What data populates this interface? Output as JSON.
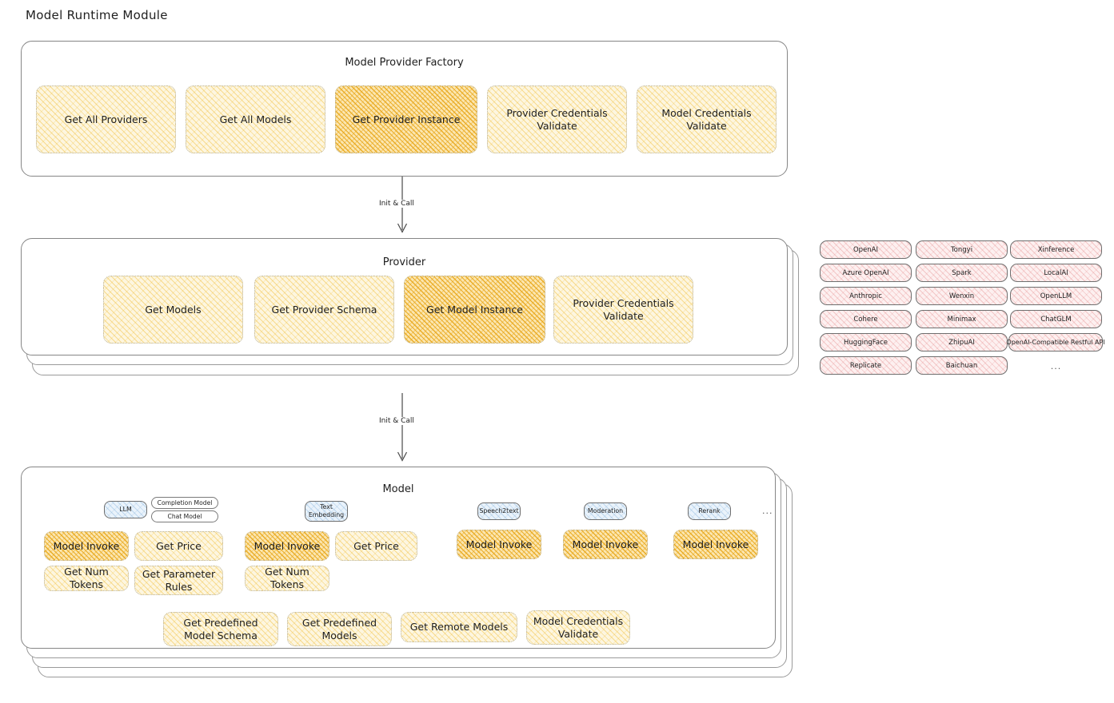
{
  "page": {
    "title": "Model Runtime Module"
  },
  "factory": {
    "title": "Model Provider Factory",
    "methods": [
      {
        "label": "Get All Providers",
        "highlight": false
      },
      {
        "label": "Get All Models",
        "highlight": false
      },
      {
        "label": "Get Provider Instance",
        "highlight": true
      },
      {
        "label": "Provider Credentials Validate",
        "highlight": false
      },
      {
        "label": "Model Credentials Validate",
        "highlight": false
      }
    ]
  },
  "arrows": [
    {
      "label": "Init & Call"
    },
    {
      "label": "Init & Call"
    }
  ],
  "provider": {
    "title": "Provider",
    "methods": [
      {
        "label": "Get Models",
        "highlight": false
      },
      {
        "label": "Get Provider Schema",
        "highlight": false
      },
      {
        "label": "Get Model Instance",
        "highlight": true
      },
      {
        "label": "Provider Credentials Validate",
        "highlight": false
      }
    ]
  },
  "provider_list": {
    "columns": [
      [
        "OpenAI",
        "Azure OpenAI",
        "Anthropic",
        "Cohere",
        "HuggingFace",
        "Replicate"
      ],
      [
        "Tongyi",
        "Spark",
        "Wenxin",
        "Minimax",
        "ZhipuAI",
        "Baichuan"
      ],
      [
        "Xinference",
        "LocalAI",
        "OpenLLM",
        "ChatGLM",
        "OpenAI-Compatible Restful API"
      ]
    ],
    "ellipsis": "..."
  },
  "model": {
    "title": "Model",
    "ellipsis": "...",
    "types": [
      {
        "badge": "LLM",
        "sub_badges": [
          "Completion Model",
          "Chat Model"
        ],
        "methods": [
          {
            "label": "Model Invoke",
            "highlight": true
          },
          {
            "label": "Get Price",
            "highlight": false
          },
          {
            "label": "Get Num Tokens",
            "highlight": false
          },
          {
            "label": "Get Parameter Rules",
            "highlight": false
          }
        ]
      },
      {
        "badge": "Text Embedding",
        "sub_badges": [],
        "methods": [
          {
            "label": "Model Invoke",
            "highlight": true
          },
          {
            "label": "Get Price",
            "highlight": false
          },
          {
            "label": "Get Num Tokens",
            "highlight": false
          }
        ]
      },
      {
        "badge": "Speech2text",
        "sub_badges": [],
        "methods": [
          {
            "label": "Model Invoke",
            "highlight": true
          }
        ]
      },
      {
        "badge": "Moderation",
        "sub_badges": [],
        "methods": [
          {
            "label": "Model Invoke",
            "highlight": true
          }
        ]
      },
      {
        "badge": "Rerank",
        "sub_badges": [],
        "methods": [
          {
            "label": "Model Invoke",
            "highlight": true
          }
        ]
      }
    ],
    "common_methods": [
      {
        "label": "Get Predefined Model Schema"
      },
      {
        "label": "Get Predefined Models"
      },
      {
        "label": "Get Remote Models"
      },
      {
        "label": "Model Credentials Validate"
      }
    ]
  },
  "colors": {
    "hatch_yellow": "#fdf6e0",
    "hatch_yellow_strong": "#fbe6b0",
    "hatch_pink": "#fdf0f0",
    "hatch_blue": "#eaf3fb",
    "stroke": "#868686"
  }
}
